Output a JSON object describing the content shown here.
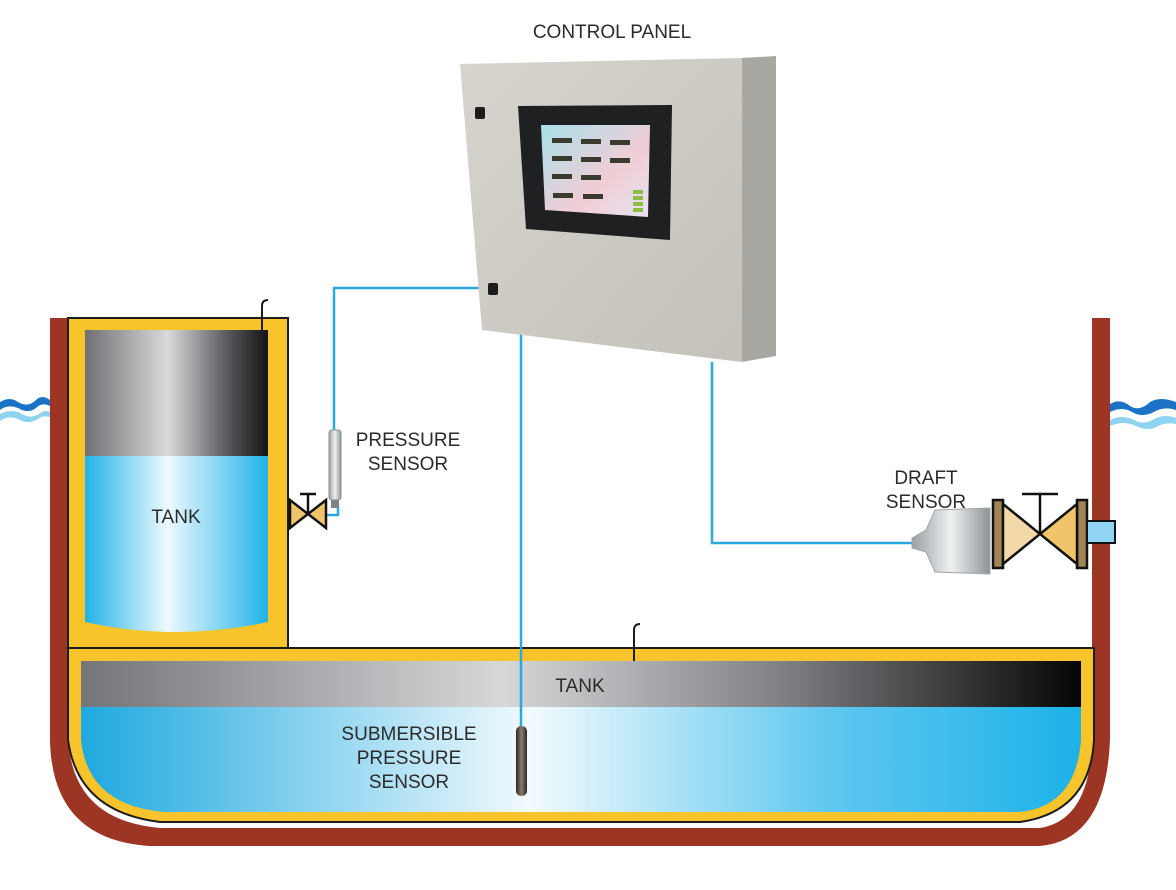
{
  "title": "CONTROL PANEL",
  "labels": {
    "upper_tank": "TANK",
    "lower_tank": "TANK",
    "pressure_sensor": [
      "PRESSURE",
      "SENSOR"
    ],
    "draft_sensor": [
      "DRAFT",
      "SENSOR"
    ],
    "submersible_sensor": [
      "SUBMERSIBLE",
      "PRESSURE",
      "SENSOR"
    ]
  },
  "colors": {
    "hull": "#9c3524",
    "tank_frame": "#f7c42c",
    "water": "#1fb5ea",
    "cable": "#29a9e0",
    "panel": "#cfcdc6",
    "valve": "#f1c46b"
  },
  "upper_tank_fill_fraction": 0.6
}
